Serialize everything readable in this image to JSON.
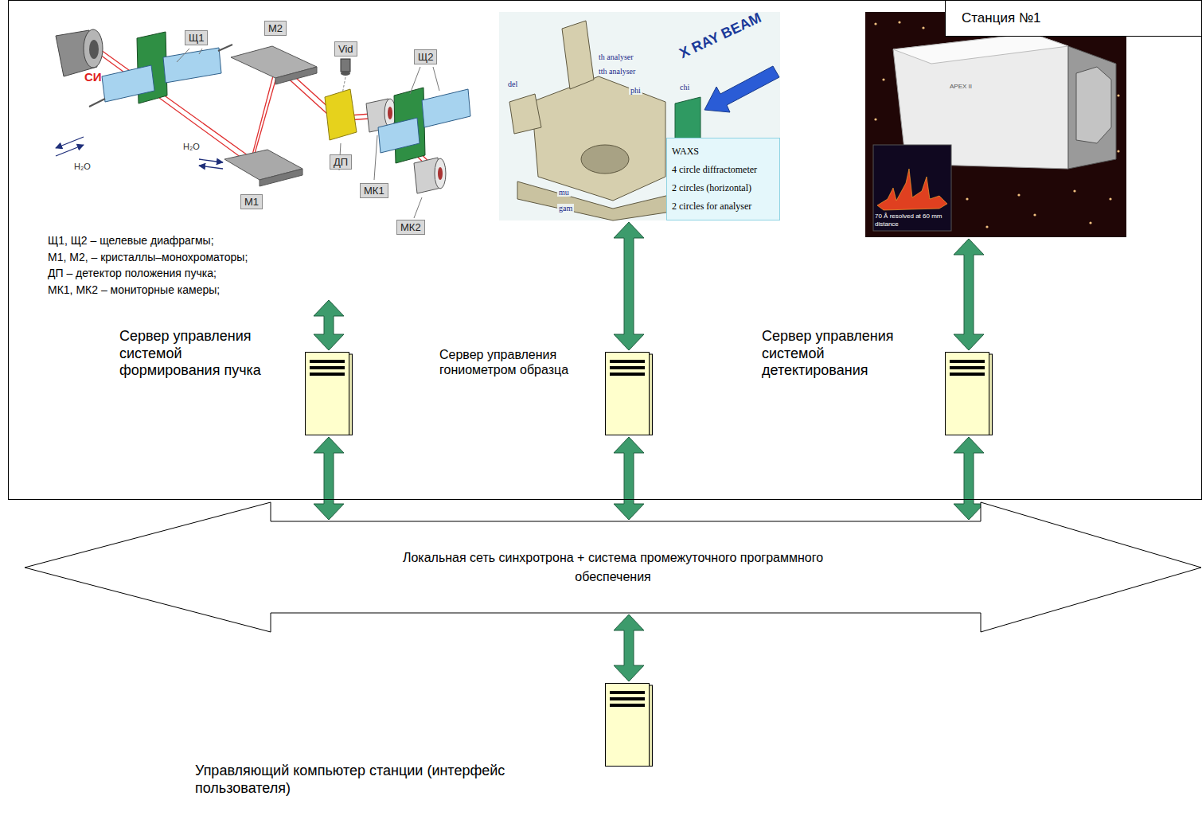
{
  "diagram": {
    "nodes": [
      {
        "text": [
          "Станция №1"
        ]
      },
      {
        "text": [
          "Щ1, Щ2 – щелевые диафрагмы;",
          "М1, М2, – кристаллы–монохроматоры;",
          "ДП – детектор положения пучка;",
          "МК1, МК2 – мониторные камеры;"
        ],
        "in": 0
      },
      {
        "text": [
          "WAXS",
          "4 circle diffractometer",
          "2 circles (horizontal)",
          "2 circles for analyser"
        ],
        "in": 0
      },
      {
        "text": [
          "70 Å resolved at 60 mm distance"
        ],
        "in": 0
      },
      {
        "text": [
          "Сервер управления системой формирования пучка"
        ],
        "in": 0
      },
      {
        "text": [
          "Сервер управления гониометром образца"
        ],
        "in": 0
      },
      {
        "text": [
          "Сервер управления системой детектирования"
        ],
        "in": 0
      },
      {
        "text": [
          "Локальная сеть синхротрона + система промежуточного программного обеспечения"
        ]
      },
      {
        "text": [
          "Управляющий компьютер станции (интерфейс пользователя)"
        ]
      }
    ],
    "edges": [
      {
        "from": 1,
        "to": 4,
        "arrow": "both"
      },
      {
        "from": 2,
        "to": 5,
        "arrow": "both"
      },
      {
        "from": 3,
        "to": 6,
        "arrow": "both"
      },
      {
        "from": 4,
        "to": 7,
        "arrow": "both"
      },
      {
        "from": 5,
        "to": 7,
        "arrow": "both"
      },
      {
        "from": 6,
        "to": 7,
        "arrow": "both"
      },
      {
        "from": 7,
        "to": 8,
        "arrow": "both"
      }
    ],
    "labels": [
      "СИ",
      "Щ1",
      "М2",
      "Vid",
      "Щ2",
      "ДП",
      "М1",
      "МК1",
      "МК2",
      "H₂O",
      "H₂O",
      "X RAY BEAM",
      "th analyser",
      "tth analyser",
      "phi",
      "chi",
      "del",
      "mu",
      "gam",
      "APEX II"
    ]
  }
}
